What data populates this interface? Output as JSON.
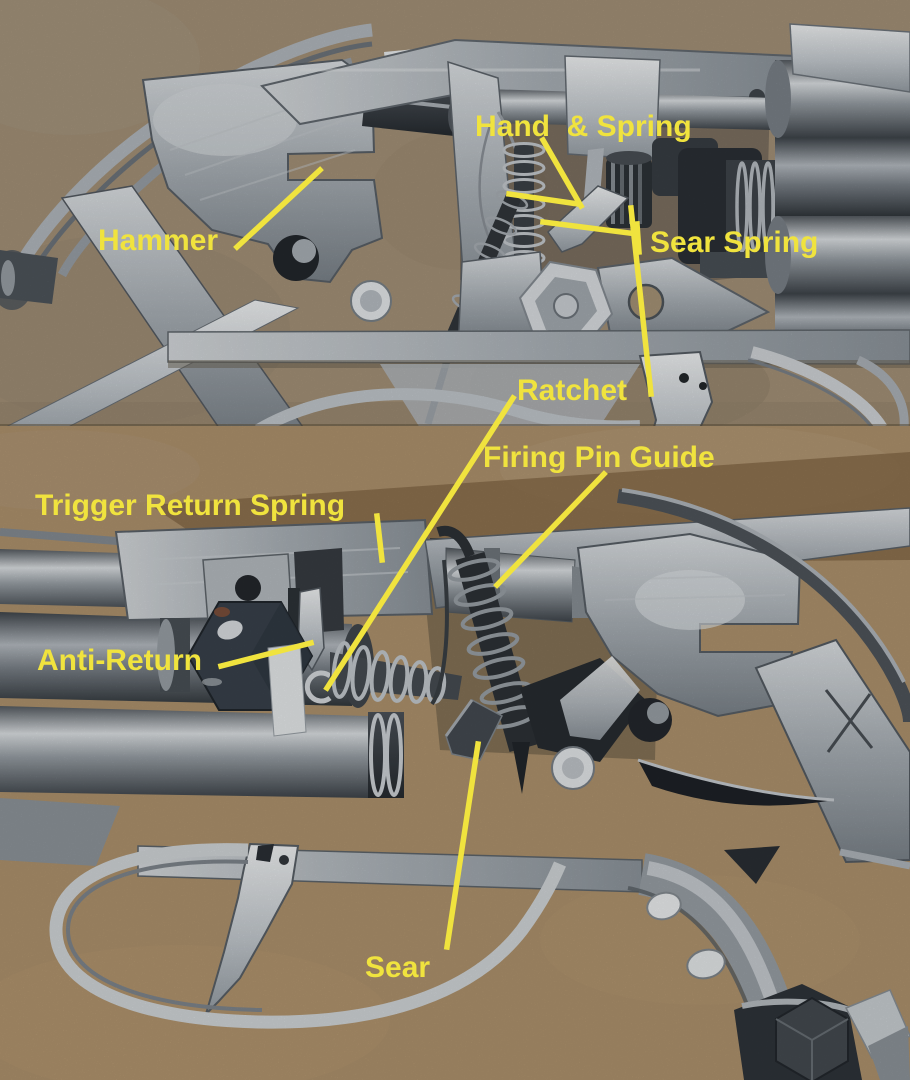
{
  "figure": {
    "kind": "annotated-photograph",
    "subject": "Two stacked close-up views of revolver lockwork parts on a tan board"
  },
  "annotation_color": "#f0e33e",
  "background": {
    "top_photo": "#a69379",
    "bottom_photo": "#b0946e"
  },
  "annotations": {
    "top": [
      {
        "id": "hand-spring",
        "text": "Hand  & Spring"
      },
      {
        "id": "hammer",
        "text": "Hammer"
      },
      {
        "id": "sear-spring",
        "text": "Sear Spring"
      },
      {
        "id": "ratchet",
        "text": "Ratchet"
      }
    ],
    "bottom": [
      {
        "id": "firing-pin-guide",
        "text": "Firing Pin Guide"
      },
      {
        "id": "trigger-return-spring",
        "text": "Trigger Return Spring"
      },
      {
        "id": "anti-return",
        "text": "Anti-Return"
      },
      {
        "id": "sear",
        "text": "Sear"
      }
    ]
  }
}
